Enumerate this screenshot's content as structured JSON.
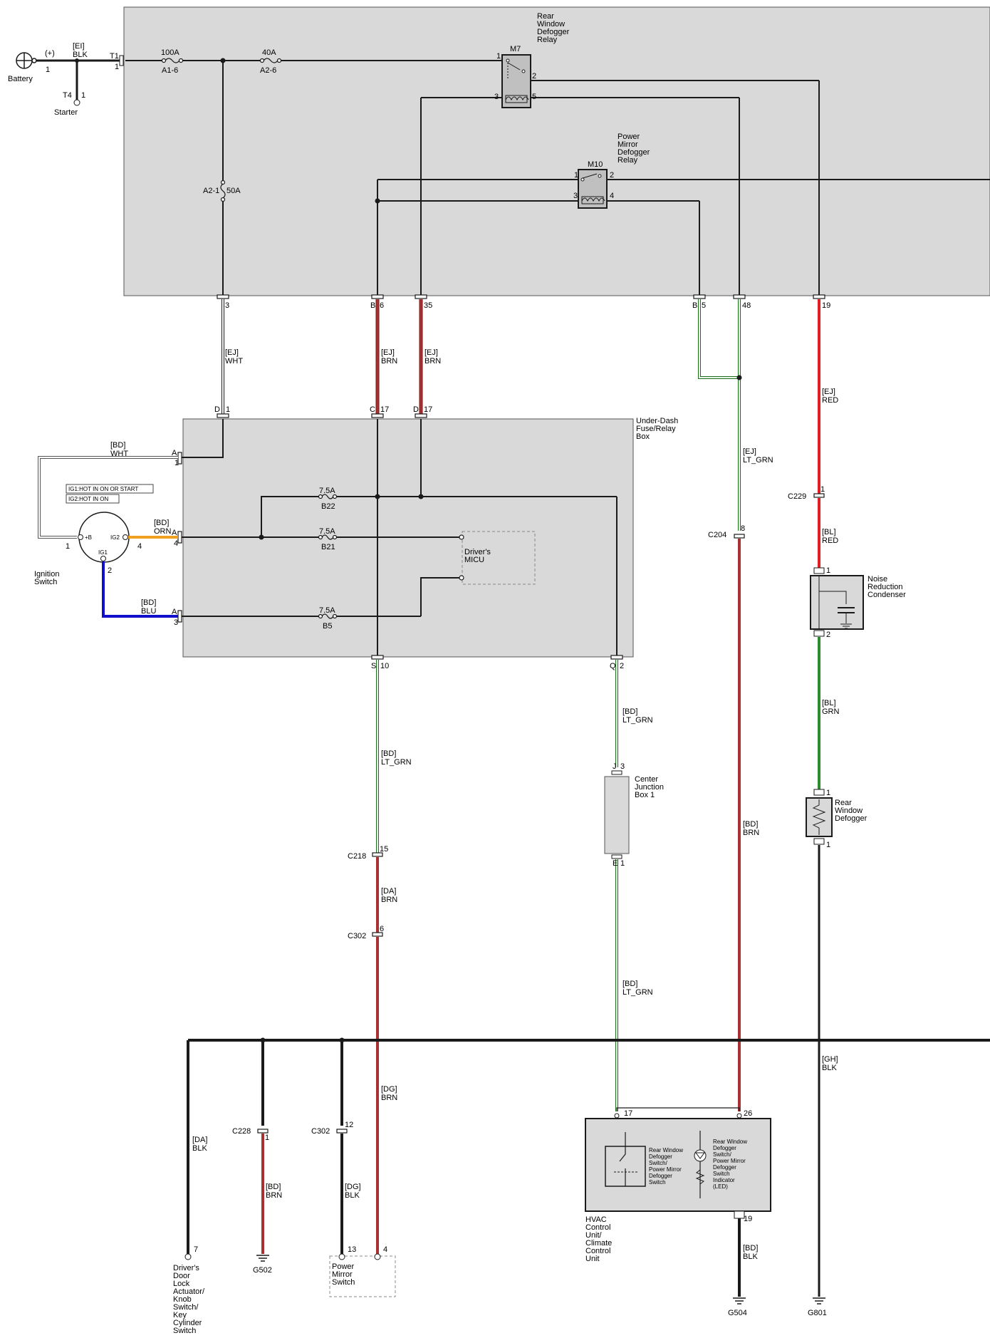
{
  "battery": {
    "label": "Battery",
    "polarity": "(+)",
    "pin": "1"
  },
  "starter": {
    "label": "Starter",
    "connector": "T4",
    "pin": "1"
  },
  "battery_wire": {
    "harness": "[EI]",
    "color": "BLK"
  },
  "t1": {
    "connector": "T1",
    "pin": "1"
  },
  "fuses": {
    "a1_6": {
      "rating": "100A",
      "name": "A1-6"
    },
    "a2_6": {
      "rating": "40A",
      "name": "A2-6"
    },
    "a2_1": {
      "rating": "50A",
      "name": "A2-1"
    },
    "b22": {
      "rating": "7.5A",
      "name": "B22"
    },
    "b21": {
      "rating": "7.5A",
      "name": "B21"
    },
    "b5": {
      "rating": "7.5A",
      "name": "B5"
    }
  },
  "m7": {
    "id": "M7",
    "title_lines": [
      "Rear",
      "Window",
      "Defogger",
      "Relay"
    ],
    "pins": [
      "1",
      "2",
      "3",
      "5"
    ]
  },
  "m10": {
    "id": "M10",
    "title_lines": [
      "Power",
      "Mirror",
      "Defogger",
      "Relay"
    ],
    "pins": [
      "1",
      "2",
      "3",
      "4"
    ]
  },
  "ujb_pins": {
    "p3": "3",
    "b": "B",
    "p6": "6",
    "p35": "35",
    "b2": "B",
    "p5": "5",
    "p48": "48",
    "p19": "19"
  },
  "wires": {
    "ej_wht": {
      "harness": "[EJ]",
      "color": "WHT"
    },
    "ej_brn_1": {
      "harness": "[EJ]",
      "color": "BRN"
    },
    "ej_brn_2": {
      "harness": "[EJ]",
      "color": "BRN"
    },
    "ej_ltgrn": {
      "harness": "[EJ]",
      "color": "LT_GRN"
    },
    "ej_red": {
      "harness": "[EJ]",
      "color": "RED"
    },
    "bl_red": {
      "harness": "[BL]",
      "color": "RED"
    },
    "bl_grn": {
      "harness": "[BL]",
      "color": "GRN"
    },
    "bd_wht": {
      "harness": "[BD]",
      "color": "WHT"
    },
    "bd_orn": {
      "harness": "[BD]",
      "color": "ORN"
    },
    "bd_blu": {
      "harness": "[BD]",
      "color": "BLU"
    },
    "bd_ltgrn_1": {
      "harness": "[BD]",
      "color": "LT_GRN"
    },
    "bd_ltgrn_2": {
      "harness": "[BD]",
      "color": "LT_GRN"
    },
    "bd_ltgrn_3": {
      "harness": "[BD]",
      "color": "LT_GRN"
    },
    "bd_brn_1": {
      "harness": "[BD]",
      "color": "BRN"
    },
    "da_brn": {
      "harness": "[DA]",
      "color": "BRN"
    },
    "dg_brn": {
      "harness": "[DG]",
      "color": "BRN"
    },
    "gh_blk": {
      "harness": "[GH]",
      "color": "BLK"
    },
    "da_blk": {
      "harness": "[DA]",
      "color": "BLK"
    },
    "bd_brn_2": {
      "harness": "[BD]",
      "color": "BRN"
    },
    "dg_blk": {
      "harness": "[DG]",
      "color": "BLK"
    },
    "bd_blk": {
      "harness": "[BD]",
      "color": "BLK"
    }
  },
  "under_dash": {
    "title_lines": [
      "Under-Dash",
      "Fuse/Relay",
      "Box"
    ],
    "pins": {
      "d": "D",
      "d1": "1",
      "c": "C",
      "c17": "17",
      "d2": "D",
      "d17": "17",
      "a1": "A",
      "p1": "1",
      "a2": "A",
      "p4": "4",
      "a3": "A",
      "p3": "3",
      "s": "S",
      "s10": "10",
      "q": "Q",
      "q2": "2"
    }
  },
  "ignition": {
    "title_lines": [
      "Ignition",
      "Switch"
    ],
    "note1": "IG1:HOT IN ON OR START",
    "note2": "IG2:HOT IN ON",
    "pin_b": "+B",
    "pin_ig1": "IG1",
    "pin_ig2": "IG2",
    "pin1": "1",
    "pin2": "2",
    "pin4": "4"
  },
  "micu": {
    "title_lines": [
      "Driver's",
      "MICU"
    ]
  },
  "noise": {
    "title_lines": [
      "Noise",
      "Reduction",
      "Condenser"
    ],
    "pin1": "1",
    "pin2": "2"
  },
  "rear_defogger": {
    "title_lines": [
      "Rear",
      "Window",
      "Defogger"
    ],
    "pin1": "1",
    "pin2": "1"
  },
  "center_jb": {
    "title_lines": [
      "Center",
      "Junction",
      "Box 1"
    ],
    "j": "J",
    "j3": "3",
    "e": "E",
    "e1": "1"
  },
  "connectors": {
    "c229": {
      "name": "C229",
      "pin": "1"
    },
    "c204": {
      "name": "C204",
      "pin": "8"
    },
    "c218": {
      "name": "C218",
      "pin": "15"
    },
    "c302a": {
      "name": "C302",
      "pin": "6"
    },
    "c228": {
      "name": "C228",
      "pin": "1"
    },
    "c302b": {
      "name": "C302",
      "pin": "12"
    }
  },
  "hvac": {
    "title_lines": [
      "HVAC",
      "Control",
      "Unit/",
      "Climate",
      "Control",
      "Unit"
    ],
    "switch_lines": [
      "Rear Window",
      "Defogger",
      "Switch/",
      "Power Mirror",
      "Defogger",
      "Switch"
    ],
    "indicator_lines": [
      "Rear Window",
      "Defogger",
      "Switch/",
      "Power Mirror",
      "Defogger",
      "Switch",
      "Indicator",
      "(LED)"
    ],
    "pin17": "17",
    "pin26": "26",
    "pin19": "19"
  },
  "driver_door": {
    "title_lines": [
      "Driver's",
      "Door",
      "Lock",
      "Actuator/",
      "Knob",
      "Switch/",
      "Key",
      "Cylinder",
      "Switch"
    ],
    "pin": "7"
  },
  "power_mirror_switch": {
    "title_lines": [
      "Power",
      "Mirror",
      "Switch"
    ],
    "pin13": "13",
    "pin4": "4"
  },
  "grounds": {
    "g502": "G502",
    "g504": "G504",
    "g801": "G801"
  },
  "colors": {
    "box_fill": "#d9d9d9",
    "wire_black": "#1a1a1a",
    "wire_brown": "#a83232",
    "wire_red": "#e02020",
    "wire_green": "#2e8b2e",
    "wire_ltgreen": "#3aa33a",
    "wire_blue": "#1010cc",
    "wire_orange": "#f0a020"
  }
}
